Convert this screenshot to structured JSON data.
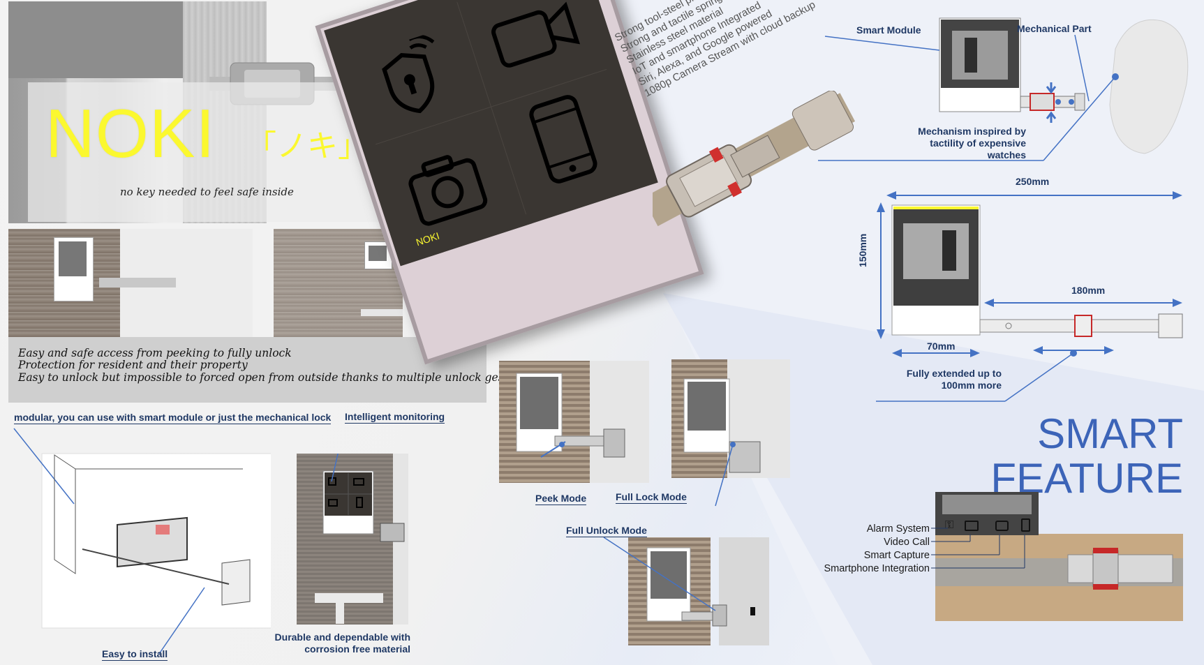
{
  "product": {
    "name": "NOKI",
    "japanese": "「ノキ」",
    "tagline": "no key needed to feel safe inside",
    "screen_brand": "NOKI"
  },
  "descriptions": [
    "Easy and safe access from peeking to fully unlock",
    "Protection for resident and their property",
    "Easy to unlock but impossible to forced open from outside thanks to multiple unlock gesture"
  ],
  "features": [
    "Strong tool-steel pin hinge",
    "Strong and tactile spring mechanism",
    "Stainless steel material",
    "IoT and smartphone Integrated",
    "Siri, Alexa, and Google powered",
    "1080p Camera Stream with cloud backup"
  ],
  "callouts": {
    "modular": "modular, you can use with smart module or just the mechanical lock",
    "intelligent": "Intelligent monitoring",
    "easy_install": "Easy to install",
    "durable_1": "Durable and dependable with",
    "durable_2": "corrosion free material",
    "peek": "Peek Mode",
    "full_lock": "Full Lock Mode",
    "full_unlock": "Full Unlock Mode",
    "smart_module": "Smart Module",
    "mechanical_part": "Mechanical Part",
    "mech_1": "Mechanism inspired by",
    "mech_2": "tactility of expensive",
    "mech_3": "watches",
    "extended_1": "Fully extended up to",
    "extended_2": "100mm more"
  },
  "dimensions": {
    "width": "250mm",
    "height": "150mm",
    "arm": "180mm",
    "module": "70mm"
  },
  "smart_feature": {
    "title_1": "SMART",
    "title_2": "FEATURE",
    "items": [
      "Alarm System",
      "Video Call",
      "Smart Capture",
      "Smartphone Integration"
    ]
  },
  "icons": [
    "shield-wifi-icon",
    "video-camera-icon",
    "photo-camera-icon",
    "smartphone-icon"
  ],
  "colors": {
    "accent_yellow": "#fbf82f",
    "label_blue": "#1f3864",
    "title_blue": "#3c64b8",
    "latch_red": "#d0302e"
  }
}
